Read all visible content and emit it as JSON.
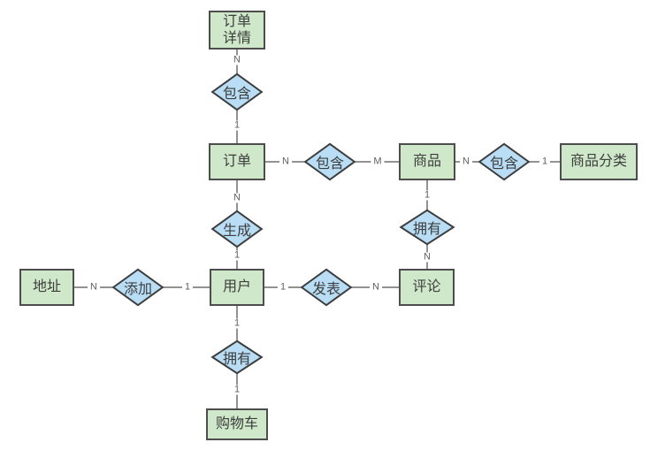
{
  "diagram": {
    "type": "er-diagram",
    "entities": [
      {
        "id": "order-detail",
        "label": "订单\n详情"
      },
      {
        "id": "order",
        "label": "订单"
      },
      {
        "id": "product",
        "label": "商品"
      },
      {
        "id": "product-category",
        "label": "商品分类"
      },
      {
        "id": "address",
        "label": "地址"
      },
      {
        "id": "user",
        "label": "用户"
      },
      {
        "id": "comment",
        "label": "评论"
      },
      {
        "id": "cart",
        "label": "购物车"
      }
    ],
    "relationships": [
      {
        "id": "contains-order-detail",
        "label": "包含",
        "from": "订单详情",
        "to": "订单"
      },
      {
        "id": "contains-product",
        "label": "包含",
        "from": "订单",
        "to": "商品"
      },
      {
        "id": "contains-category",
        "label": "包含",
        "from": "商品",
        "to": "商品分类"
      },
      {
        "id": "generates",
        "label": "生成",
        "from": "订单",
        "to": "用户"
      },
      {
        "id": "adds",
        "label": "添加",
        "from": "地址",
        "to": "用户"
      },
      {
        "id": "posts",
        "label": "发表",
        "from": "用户",
        "to": "评论"
      },
      {
        "id": "owns-comment",
        "label": "拥有",
        "from": "商品",
        "to": "评论"
      },
      {
        "id": "owns-cart",
        "label": "拥有",
        "from": "用户",
        "to": "购物车"
      }
    ],
    "cardinalities": [
      {
        "label": "N",
        "at": "订单详情-包含"
      },
      {
        "label": "1",
        "at": "包含-订单"
      },
      {
        "label": "N",
        "at": "订单-包含"
      },
      {
        "label": "M",
        "at": "包含-商品"
      },
      {
        "label": "N",
        "at": "商品-包含"
      },
      {
        "label": "1",
        "at": "包含-商品分类"
      },
      {
        "label": "N",
        "at": "订单-生成"
      },
      {
        "label": "1",
        "at": "生成-用户"
      },
      {
        "label": "N",
        "at": "地址-添加"
      },
      {
        "label": "1",
        "at": "添加-用户"
      },
      {
        "label": "1",
        "at": "用户-发表"
      },
      {
        "label": "N",
        "at": "发表-评论"
      },
      {
        "label": "1",
        "at": "商品-拥有"
      },
      {
        "label": "N",
        "at": "拥有-评论"
      },
      {
        "label": "1",
        "at": "用户-拥有"
      },
      {
        "label": "1",
        "at": "拥有-购物车"
      }
    ],
    "colors": {
      "entity_fill": "#cfe8ca",
      "entity_border": "#4d4d4d",
      "relation_fill": "#b8ddf4",
      "relation_border": "#3d3d3d",
      "line": "#6e6e6e",
      "text": "#3d3d3d",
      "cardinality_text": "#5f5f5f"
    }
  }
}
